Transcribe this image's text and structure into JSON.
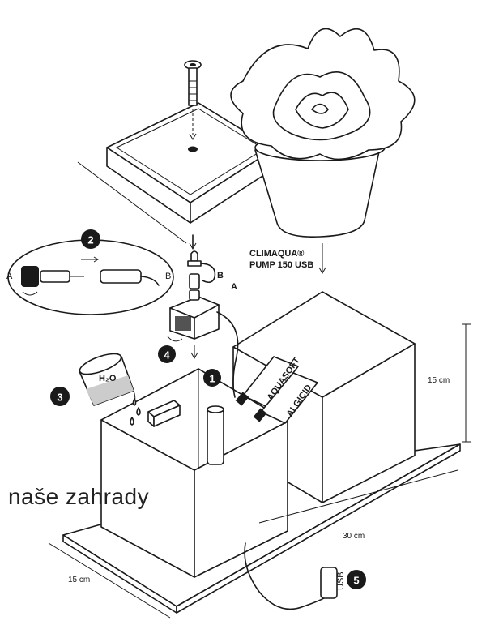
{
  "labels": {
    "product_name": "CLIMAQUA®",
    "product_model": "PUMP 150 USB",
    "connector_a": "A",
    "connector_b": "B",
    "inset_a": "A",
    "inset_b": "B",
    "water": "H₂O",
    "bottle_1": "AQUASOFT",
    "bottle_2": "ALGICID",
    "usb": "USB"
  },
  "dimensions": {
    "height": "15 cm",
    "length": "30 cm",
    "width": "15 cm"
  },
  "steps": [
    "1",
    "2",
    "3",
    "4",
    "5"
  ],
  "watermark": "naše zahrady"
}
